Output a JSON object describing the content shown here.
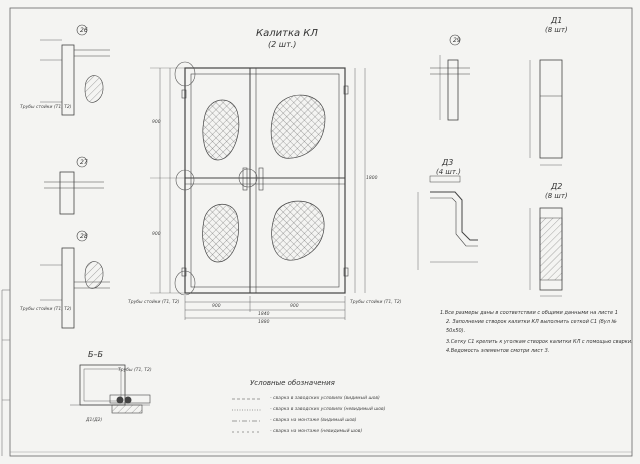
{
  "main_view": {
    "title": "Калитка КЛ",
    "quantity": "(2 шт.)",
    "dims": {
      "leaf_left": "900",
      "leaf_right": "900",
      "width": "1840",
      "overall": "1880",
      "h_upper": "900",
      "h_lower": "900",
      "height": "1800"
    }
  },
  "parts": {
    "d1": {
      "title": "Д1",
      "quantity": "(8 шт)"
    },
    "d2": {
      "title": "Д2",
      "quantity": "(8 шт)"
    },
    "d3": {
      "title": "Д3",
      "quantity": "(4 шт.)"
    }
  },
  "details": {
    "d26": "26",
    "d27": "27",
    "d28": "28",
    "d29": "29",
    "frame_note": "Трубы стойки (Т1, Т2)"
  },
  "section": {
    "label": "Б–Б",
    "note": "Трубы (Т1, Т2)",
    "weld": "Д1(Д2)"
  },
  "notes": [
    "1.Все размеры даны в соответствии с общими данными на листе 1",
    "2. Заполнение створок калитки КЛ выполнить сеткой С1 (бул №",
    "50х50).",
    "3.Сетку С1 крепить к уголкам створок калитки КЛ с помощью сварки.",
    "4.Ведомость элементов смотри лист 3."
  ],
  "legend": {
    "title": "Условные обозначения",
    "items": [
      "- сварка в заводских условиях (видимый шов)",
      "- сварка в заводских условиях (невидимый шов)",
      "- сварка на монтаже (видимый шов)",
      "- сварка на монтаже (невидимый шов)"
    ]
  }
}
